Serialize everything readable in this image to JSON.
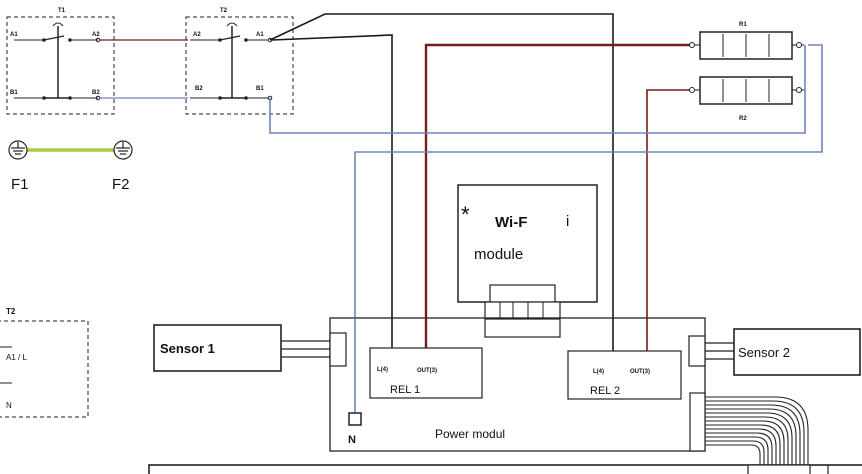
{
  "colors": {
    "black_wire": "#1a1a1a",
    "red_wire": "#7a1c1c",
    "blue_wire": "#6f86b8",
    "ground_wire": "#a8cf3b",
    "outline": "#222222"
  },
  "switch_t1": {
    "title": "T1",
    "terminals": [
      "A1",
      "A2",
      "B1",
      "B2"
    ]
  },
  "switch_t2": {
    "title": "T2",
    "terminals": [
      "A2",
      "A1",
      "B2",
      "B1"
    ]
  },
  "ground": {
    "left_label": "F1",
    "right_label": "F2",
    "icon": "ground-icon"
  },
  "resistors": [
    {
      "label": "R1"
    },
    {
      "label": "R2"
    }
  ],
  "wifi": {
    "asterisk": "*",
    "line1_a": "Wi-F",
    "line1_b": "i",
    "line2": "module"
  },
  "legend_t2": {
    "title": "T2",
    "row1": "A1 / L",
    "row2": "N"
  },
  "sensors": [
    {
      "label": "Sensor 1"
    },
    {
      "label": "Sensor 2"
    }
  ],
  "relays": [
    {
      "in_label": "L(4)",
      "out_label": "OUT(3)",
      "name": "REL 1"
    },
    {
      "in_label": "L(4)",
      "out_label": "OUT(3)",
      "name": "REL 2"
    }
  ],
  "power": {
    "n_label": "N",
    "label": "Power modul"
  }
}
